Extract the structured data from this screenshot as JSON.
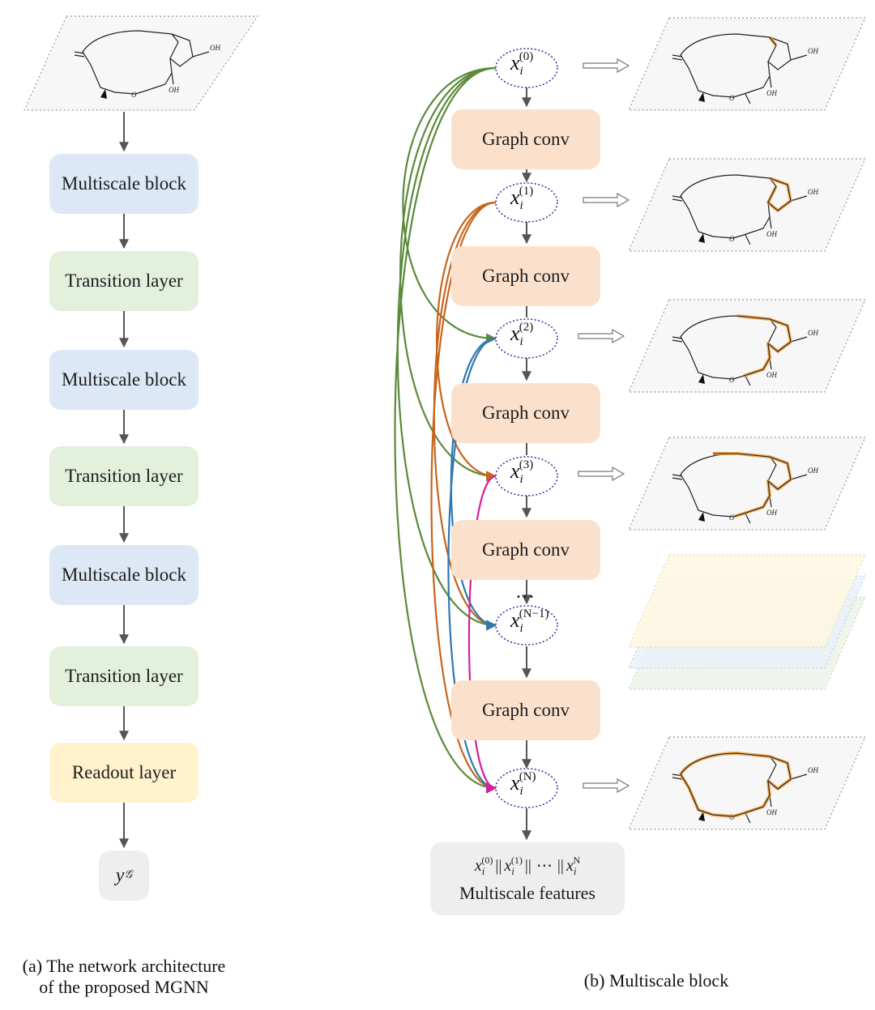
{
  "panel_a": {
    "blocks": [
      {
        "label": "Multiscale block",
        "kind": "blue"
      },
      {
        "label": "Transition layer",
        "kind": "green"
      },
      {
        "label": "Multiscale block",
        "kind": "blue"
      },
      {
        "label": "Transition layer",
        "kind": "green"
      },
      {
        "label": "Multiscale block",
        "kind": "blue"
      },
      {
        "label": "Transition layer",
        "kind": "green"
      },
      {
        "label": "Readout layer",
        "kind": "yellow"
      }
    ],
    "output_symbol": "y",
    "output_subscript": "𝒢",
    "caption_line1": "(a) The network architecture",
    "caption_line2": "of the proposed MGNN"
  },
  "panel_b": {
    "node_base": "x",
    "node_subscript": "i",
    "nodes": [
      {
        "sup": "(0)"
      },
      {
        "sup": "(1)"
      },
      {
        "sup": "(2)"
      },
      {
        "sup": "(3)"
      },
      {
        "sup": "(N−1)"
      },
      {
        "sup": "(N)"
      }
    ],
    "conv_label": "Graph conv",
    "ellipsis": "…",
    "features": {
      "formula": [
        {
          "base": "x",
          "sub": "i",
          "sup": "(0)"
        },
        {
          "op": "||"
        },
        {
          "base": "x",
          "sub": "i",
          "sup": "(1)"
        },
        {
          "op": "||"
        },
        {
          "op": "⋯"
        },
        {
          "op": "||"
        },
        {
          "base": "x",
          "sub": "i",
          "sup": "N"
        }
      ],
      "label": "Multiscale features"
    },
    "caption": "(b) Multiscale block"
  },
  "molecule": {
    "oh_label": "OH",
    "o_label": "O"
  },
  "colors": {
    "skip_from_0": "#5a8a3a",
    "skip_from_1": "#c8651c",
    "skip_from_2": "#2f78b4",
    "skip_from_3": "#d61f9a",
    "node_outline": "#3a3aa8",
    "highlight": "#f0a040",
    "arrow": "#555555"
  }
}
